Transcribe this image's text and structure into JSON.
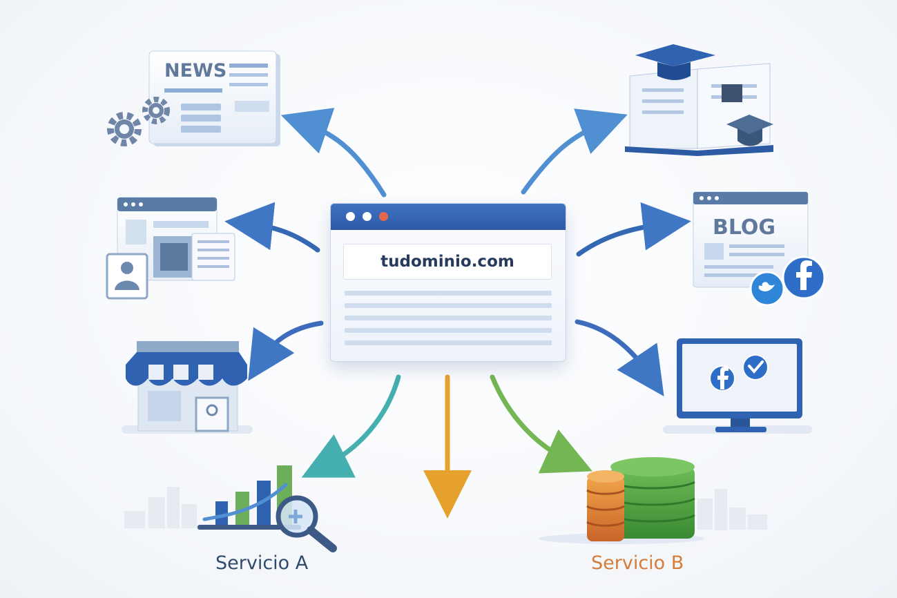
{
  "center": {
    "domain": "tudominio.com"
  },
  "news": {
    "label": "NEWS"
  },
  "blog": {
    "label": "BLOG"
  },
  "services": {
    "a_label": "Servicio A",
    "b_label": "Servicio B"
  },
  "colors": {
    "primary_blue": "#2f62b0",
    "arrow_teal": "#4ab3b0",
    "arrow_orange": "#e7a22d",
    "arrow_green": "#6fb352",
    "service_b_orange": "#d57b3b",
    "db_green": "#4b9a3c"
  },
  "icons": [
    "news-icon",
    "gear-icon",
    "education-book-icon",
    "graduation-cap-icon",
    "web-portal-icon",
    "profile-card-icon",
    "blog-icon",
    "twitter-icon",
    "facebook-icon",
    "store-icon",
    "social-monitor-icon",
    "check-icon",
    "analytics-chart-icon",
    "magnifier-icon",
    "database-icon"
  ]
}
